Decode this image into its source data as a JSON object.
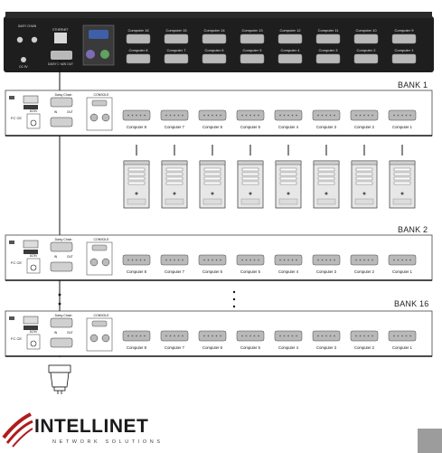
{
  "banks": [
    {
      "label": "BANK 1"
    },
    {
      "label": "BANK 2"
    },
    {
      "label": "BANK 16"
    }
  ],
  "front_ports": [
    "Computer 16",
    "Computer 15",
    "Computer 14",
    "Computer 13",
    "Computer 12",
    "Computer 11",
    "Computer 10",
    "Computer 9",
    "Computer 8",
    "Computer 7",
    "Computer 6",
    "Computer 5",
    "Computer 4",
    "Computer 3",
    "Computer 2",
    "Computer 1"
  ],
  "front_labels_small": [
    "DAISY CHAIN",
    "ETHERNET",
    "DAISY CHAIN OUT",
    "DC 9V"
  ],
  "bank_ports": [
    "Computer 8",
    "Computer 7",
    "Computer 6",
    "Computer 5",
    "Computer 4",
    "Computer 3",
    "Computer 2",
    "Computer 1"
  ],
  "bank_port_labels": {
    "daisy": "Daisy Chain",
    "console": "CONSOLE",
    "in": "IN",
    "out": "OUT",
    "dc": "DC9V",
    "fc": "FC CE"
  },
  "logo": {
    "brand": "INTELLINET",
    "tagline": "NETWORK SOLUTIONS"
  },
  "colors": {
    "chassis": "#1e1e1e",
    "connector": "#b9b9b9",
    "line": "#111111",
    "panel_border": "#444444"
  }
}
